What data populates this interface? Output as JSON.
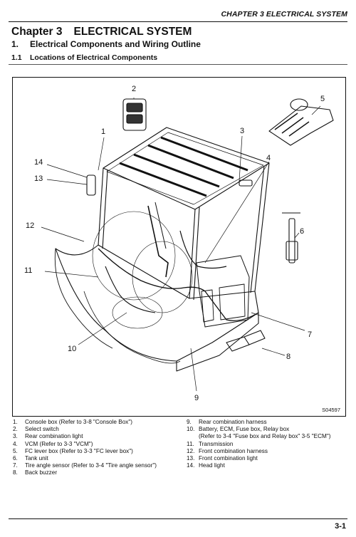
{
  "header": {
    "running_title": "CHAPTER 3 ELECTRICAL SYSTEM"
  },
  "chapter": {
    "number": "Chapter 3",
    "title": "ELECTRICAL SYSTEM"
  },
  "section": {
    "number": "1.",
    "title": "Electrical Components and Wiring Outline"
  },
  "subsection": {
    "number": "1.1",
    "title": "Locations of Electrical Components"
  },
  "figure": {
    "code": "S04597",
    "callouts": [
      "1",
      "2",
      "3",
      "4",
      "5",
      "6",
      "7",
      "8",
      "9",
      "10",
      "11",
      "12",
      "13",
      "14"
    ]
  },
  "legend": {
    "left": [
      {
        "n": "1.",
        "text": "Console box (Refer to 3-8 \"Console Box\")"
      },
      {
        "n": "2.",
        "text": "Select switch"
      },
      {
        "n": "3.",
        "text": "Rear combination light"
      },
      {
        "n": "4.",
        "text": "VCM (Refer to 3-3 \"VCM\")"
      },
      {
        "n": "5.",
        "text": "FC lever box (Refer to 3-3 \"FC lever box\")"
      },
      {
        "n": "6.",
        "text": "Tank unit"
      },
      {
        "n": "7.",
        "text": "Tire angle sensor (Refer to 3-4 \"Tire angle sensor\")"
      },
      {
        "n": "8.",
        "text": "Back buzzer"
      }
    ],
    "right": [
      {
        "n": "9.",
        "text": "Rear combination harness"
      },
      {
        "n": "10.",
        "text": "Battery, ECM, Fuse box, Relay box",
        "text2": "(Refer to 3-4 \"Fuse box and Relay box\" 3-5 \"ECM\")"
      },
      {
        "n": "11.",
        "text": "Transmission"
      },
      {
        "n": "12.",
        "text": "Front combination harness"
      },
      {
        "n": "13.",
        "text": "Front combination light"
      },
      {
        "n": "14.",
        "text": "Head light"
      }
    ]
  },
  "footer": {
    "page_number": "3-1"
  }
}
